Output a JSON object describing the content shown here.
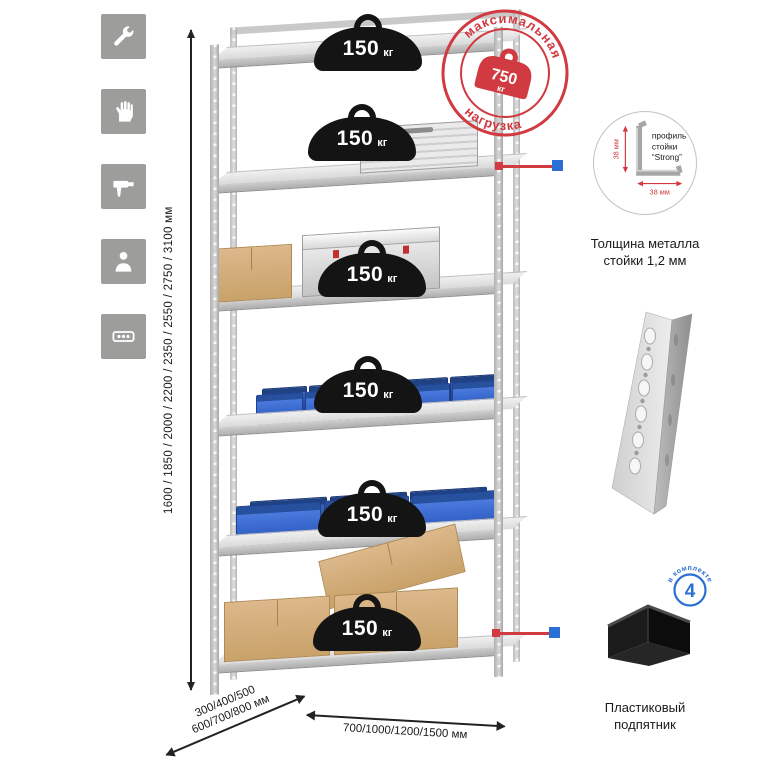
{
  "left_toolbar": {
    "icons": [
      {
        "name": "wrench"
      },
      {
        "name": "gloves"
      },
      {
        "name": "drill"
      },
      {
        "name": "person"
      },
      {
        "name": "level"
      }
    ]
  },
  "dimensions": {
    "height_label": "1600 / 1850 / 2000 / 2200 / 2350 / 2550 / 2750 / 3100 мм",
    "depth_label_line1": "300/400/500",
    "depth_label_line2": "600/700/800 мм",
    "width_label": "700/1000/1200/1500 мм"
  },
  "rack": {
    "shelf_count": 6,
    "shelf_load_value": "150",
    "shelf_load_unit": "кг"
  },
  "stamp": {
    "arc_top": "максимальная",
    "arc_bottom": "нагрузка",
    "value": "750",
    "unit": "кг",
    "color": "#d03a40"
  },
  "profile": {
    "label_line1": "профиль",
    "label_line2": "стойки",
    "label_line3": "“Strong”",
    "dim_vertical": "38 мм",
    "dim_horizontal": "38 мм",
    "caption_line1": "Толщина металла",
    "caption_line2": "стойки 1,2 мм"
  },
  "foot": {
    "badge_value": "4",
    "badge_text": "в комплекте",
    "caption_line1": "Пластиковый",
    "caption_line2": "подпятник"
  },
  "colors": {
    "accent_red": "#d03a40",
    "accent_blue": "#2a6fd4",
    "bin_blue": "#3566cc"
  }
}
